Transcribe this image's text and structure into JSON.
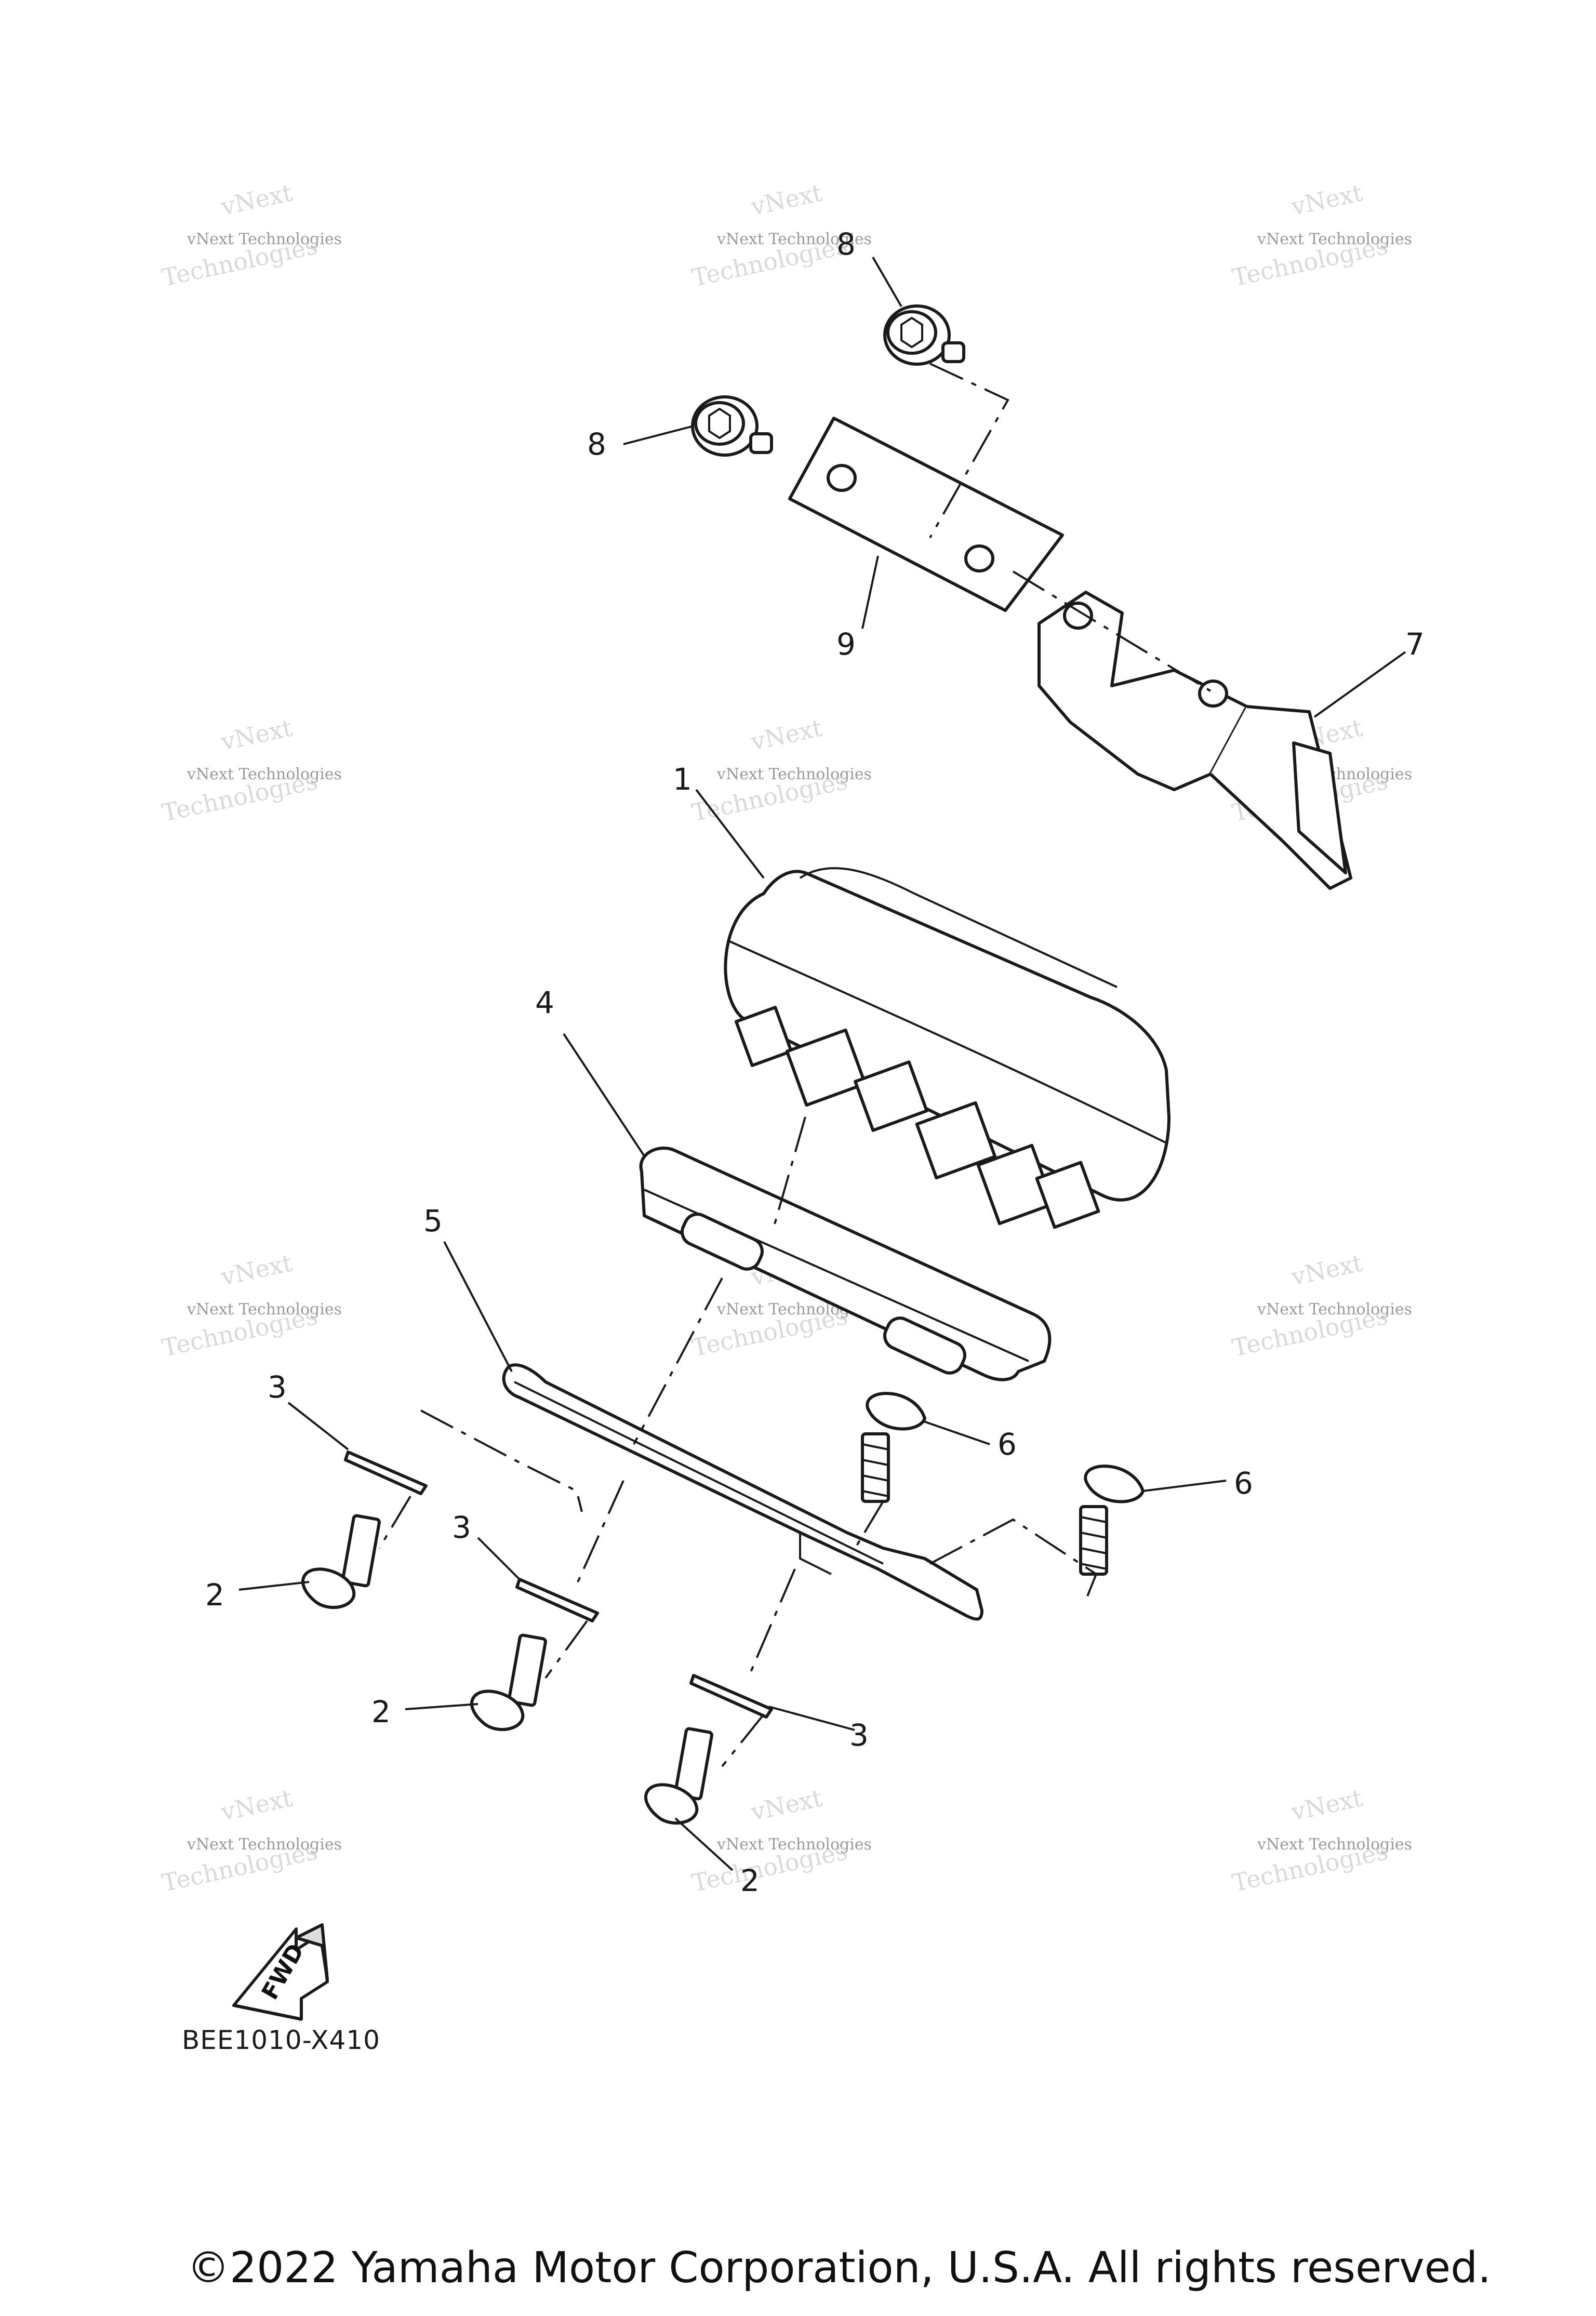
{
  "callouts": {
    "c1": "1",
    "c2a": "2",
    "c2b": "2",
    "c2c": "2",
    "c3a": "3",
    "c3b": "3",
    "c3c": "3",
    "c4": "4",
    "c5": "5",
    "c6a": "6",
    "c6b": "6",
    "c7": "7",
    "c8a": "8",
    "c8b": "8",
    "c9": "9"
  },
  "fwd_label": "FWD",
  "diagram_code": "BEE1010-X410",
  "copyright": "©2022 Yamaha Motor Corporation, U.S.A. All rights reserved.",
  "watermark": {
    "line1": "vNext Technologies",
    "line2": "vNext",
    "line3": "Technologies"
  }
}
